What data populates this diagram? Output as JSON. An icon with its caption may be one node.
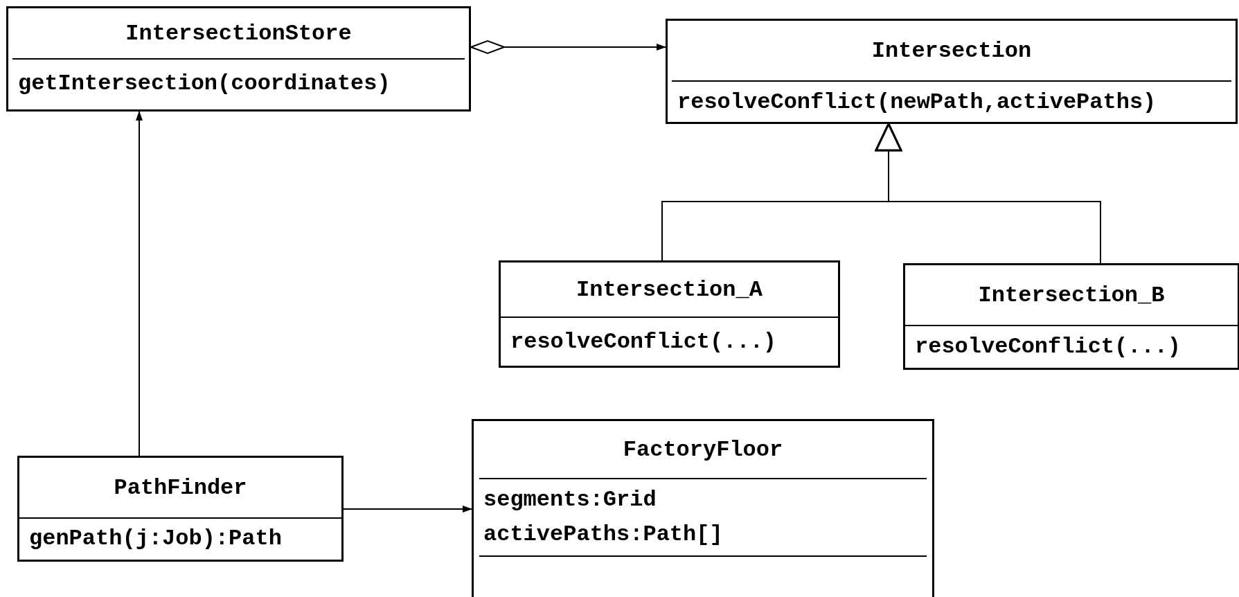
{
  "diagram": {
    "nodes": [
      {
        "text": [
          "IntersectionStore",
          "getIntersection(coordinates)"
        ]
      },
      {
        "text": [
          "Intersection",
          "resolveConflict(newPath,activePaths)"
        ]
      },
      {
        "text": [
          "Intersection_A",
          "resolveConflict(...)"
        ]
      },
      {
        "text": [
          "Intersection_B",
          "resolveConflict(...)"
        ]
      },
      {
        "text": [
          "PathFinder",
          "genPath(j:Job):Path"
        ]
      },
      {
        "text": [
          "FactoryFloor",
          "segments:Grid",
          "activePaths:Path[]"
        ]
      }
    ],
    "edges": [
      {
        "from": 0,
        "to": 1,
        "arrow": "to"
      },
      {
        "from": 2,
        "to": 1,
        "arrow": "to"
      },
      {
        "from": 3,
        "to": 1,
        "arrow": "to"
      },
      {
        "from": 4,
        "to": 0,
        "arrow": "to"
      },
      {
        "from": 4,
        "to": 5,
        "arrow": "to"
      }
    ]
  }
}
